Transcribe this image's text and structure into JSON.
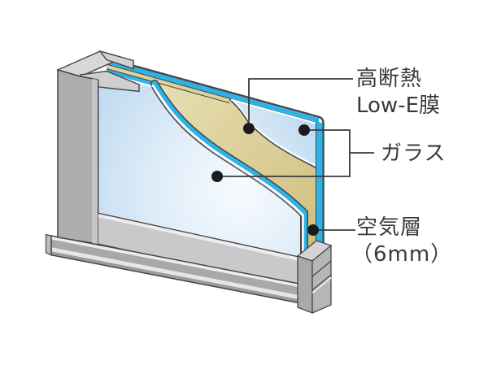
{
  "diagram": {
    "type": "window-glazing-cross-section",
    "background": "#ffffff",
    "callouts": {
      "low_e_film": {
        "line1": "高断熱",
        "line2": "Low-E膜"
      },
      "glass": {
        "label": "ガラス"
      },
      "air_layer": {
        "line1": "空気層",
        "line2": "（6mm）"
      }
    },
    "colors": {
      "glass_edge_cyan": "#2cb4e8",
      "glass_face_light": "#f4fafd",
      "glass_face_blue": "#c2dcf1",
      "film_tan_light": "#eae3b8",
      "film_tan_dark": "#d0bf80",
      "gap_band_tan": "#ded29c",
      "frame_gray": "#aeaeb0",
      "frame_gray_light": "#d8d8da",
      "cap_gray": "#d2d2d4",
      "flange_gray": "#cfcfd1",
      "rail_gray": "#c9c9cb",
      "sill_gray": "#a8a8aa",
      "sill_gray_dark": "#9c9c9e",
      "block_left_gray": "#a9a9ab",
      "block_right_gray": "#b7b7b9",
      "block_top_gray": "#d4d4d6",
      "highlight_white": "#ededef",
      "outline_dark": "#46464a",
      "leader_line": "#3a3a3c",
      "dot_black": "#1b1b1d",
      "label_text": "#3a3a3c"
    }
  }
}
